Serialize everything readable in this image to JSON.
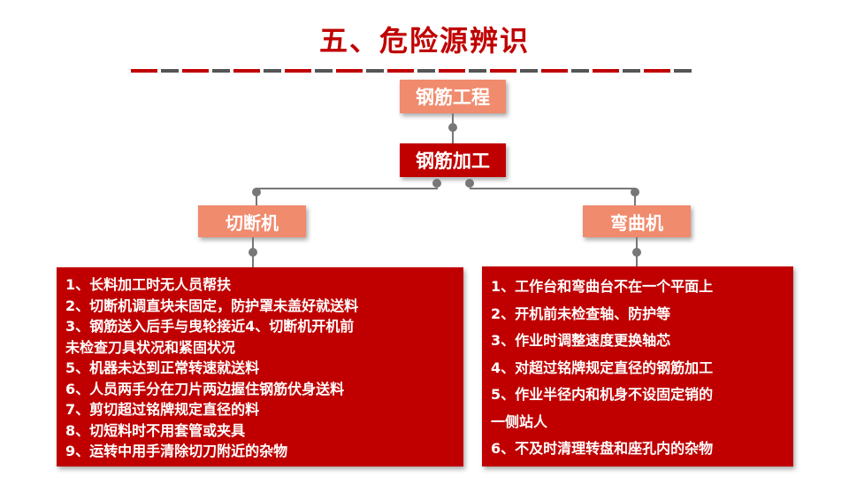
{
  "title": "五、危险源辨识",
  "nodes": {
    "root": "钢筋工程",
    "process": "钢筋加工",
    "left_branch": "切断机",
    "right_branch": "弯曲机"
  },
  "left_panel": {
    "lines": [
      "1、长料加工时无人员帮扶",
      "2、切断机调直块未固定，防护罩未盖好就送料",
      "3、钢筋送入后手与曳轮接近4、切断机开机前",
      "未检查刀具状况和紧固状况",
      "5、机器未达到正常转速就送料",
      "6、人员两手分在刀片两边握住钢筋伏身送料",
      "7、剪切超过铭牌规定直径的料",
      "8、切短料时不用套管或夹具",
      "9、运转中用手清除切刀附近的杂物"
    ]
  },
  "right_panel": {
    "lines": [
      "1、工作台和弯曲台不在一个平面上",
      "2、开机前未检查轴、防护等",
      "3、作业时调整速度更换轴芯",
      "4、对超过铭牌规定直径的钢筋加工",
      "5、作业半径内和机身不设固定销的",
      "一侧站人",
      "6、不及时清理转盘和座孔内的杂物"
    ]
  },
  "colors": {
    "accent_red": "#c00000",
    "salmon": "#f08b6e",
    "connector_gray": "#777777"
  }
}
